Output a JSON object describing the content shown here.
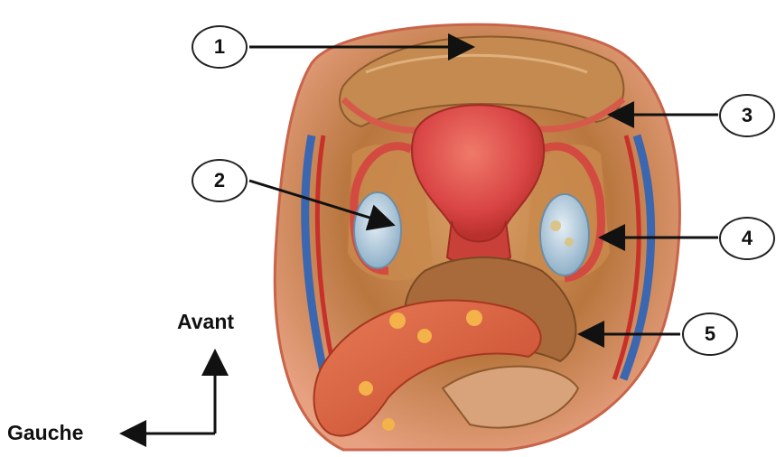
{
  "labels": [
    {
      "id": "label-1",
      "text": "1"
    },
    {
      "id": "label-2",
      "text": "2"
    },
    {
      "id": "label-3",
      "text": "3"
    },
    {
      "id": "label-4",
      "text": "4"
    },
    {
      "id": "label-5",
      "text": "5"
    }
  ],
  "orientation": {
    "front": "Avant",
    "left": "Gauche"
  },
  "colors": {
    "background": "#ffffff",
    "uterus": "#d94545",
    "peritoneum": "#c98a4e",
    "ovary": "#a9c3d6",
    "vessel_blue": "#3b66b0",
    "vessel_red": "#c7312a",
    "bowel": "#e06a3f"
  }
}
